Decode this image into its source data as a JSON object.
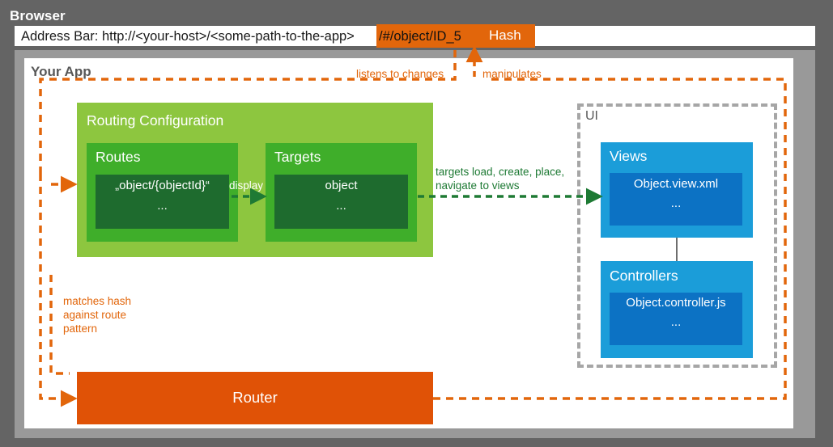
{
  "browser": {
    "title": "Browser",
    "address_bar": {
      "prefix": "Address Bar: http://<your-host>/<some-path-to-the-app>",
      "hash_value": "/#/object/ID_5",
      "hash_label": "Hash"
    }
  },
  "app": {
    "title": "Your App",
    "routing_configuration": {
      "title": "Routing Configuration",
      "routes": {
        "title": "Routes",
        "line1": "„object/{objectId}“",
        "line2": "..."
      },
      "targets": {
        "title": "Targets",
        "line1": "object",
        "line2": "..."
      },
      "display_label": "display"
    },
    "ui_group": {
      "label": "UI",
      "views": {
        "title": "Views",
        "line1": "Object.view.xml",
        "line2": "..."
      },
      "controllers": {
        "title": "Controllers",
        "line1": "Object.controller.js",
        "line2": "..."
      }
    },
    "router": {
      "label": "Router"
    }
  },
  "annotations": {
    "listens_to_changes": "listens to changes",
    "manipulates": "manipulates",
    "matches_hash": "matches hash\nagainst route\npattern",
    "targets_load": "targets load, create, place,\nnavigate to views"
  },
  "colors": {
    "browser_frame": "#646464",
    "inner_frame": "#999999",
    "app_panel": "#ffffff",
    "orange_accent": "#E2660B",
    "router_orange": "#E05206",
    "green_light": "#8DC63F",
    "green_mid": "#3FAE2A",
    "green_dark": "#1E6B2E",
    "green_arrow": "#1E7A34",
    "blue_outer": "#1B9DD9",
    "blue_inner": "#0C72C4",
    "ui_dash_gray": "#A6A6A6",
    "title_gray": "#585858"
  }
}
